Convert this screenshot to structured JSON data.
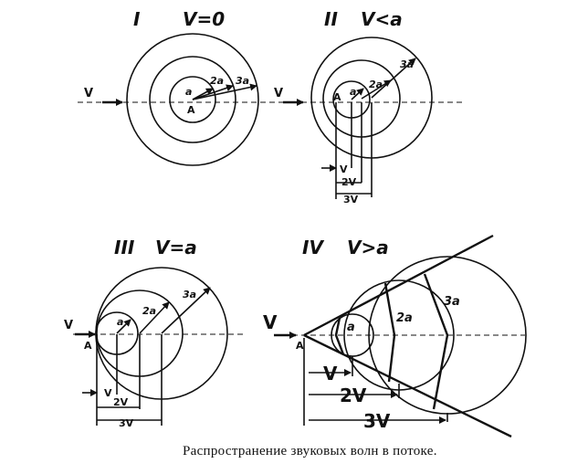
{
  "panels": [
    {
      "numeral": "I",
      "condition": "V=0",
      "flow": "V",
      "point": "A",
      "radii": [
        "a",
        "2a",
        "3a"
      ]
    },
    {
      "numeral": "II",
      "condition": "V<a",
      "flow": "V",
      "point": "A",
      "radii": [
        "a",
        "2a",
        "3a"
      ],
      "offsets": [
        "V",
        "2V",
        "3V"
      ]
    },
    {
      "numeral": "III",
      "condition": "V=a",
      "flow": "V",
      "point": "A",
      "radii": [
        "a",
        "2a",
        "3a"
      ],
      "offsets": [
        "V",
        "2V",
        "3V"
      ]
    },
    {
      "numeral": "IV",
      "condition": "V>a",
      "flow": "V",
      "point": "A",
      "radii": [
        "a",
        "2a",
        "3a"
      ],
      "offsets": [
        "V",
        "2V",
        "3V"
      ]
    }
  ],
  "caption": "Распространение звуковых волн в потоке."
}
